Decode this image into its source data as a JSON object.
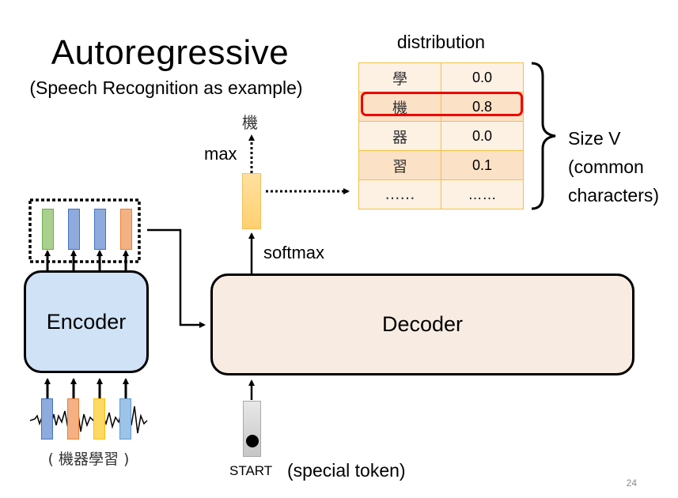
{
  "slide": {
    "title": "Autoregressive",
    "subtitle": "(Speech Recognition as example)",
    "page_number": "24"
  },
  "distribution": {
    "label": "distribution",
    "rows": [
      {
        "char": "學",
        "prob": "0.0",
        "highlighted": false
      },
      {
        "char": "機",
        "prob": "0.8",
        "highlighted": true
      },
      {
        "char": "器",
        "prob": "0.0",
        "highlighted": false
      },
      {
        "char": "習",
        "prob": "0.1",
        "highlighted": false
      },
      {
        "char": "……",
        "prob": "……",
        "highlighted": false
      }
    ],
    "brace_label": [
      "Size V",
      "(common",
      "characters)"
    ],
    "highlight_color": "#ee0000"
  },
  "decoder_output": {
    "max_label": "max",
    "output_char": "機",
    "softmax_label": "softmax"
  },
  "encoder": {
    "label": "Encoder",
    "output_vector_colors": [
      "#a9d08e",
      "#8faadc",
      "#8faadc",
      "#f4b183"
    ],
    "input_vector_colors": [
      "#8faadc",
      "#f4b183",
      "#ffd966",
      "#9dc3e6"
    ],
    "input_caption": "( 機器學習 )"
  },
  "decoder": {
    "label": "Decoder",
    "start_label": "START",
    "start_note": "(special token)"
  }
}
